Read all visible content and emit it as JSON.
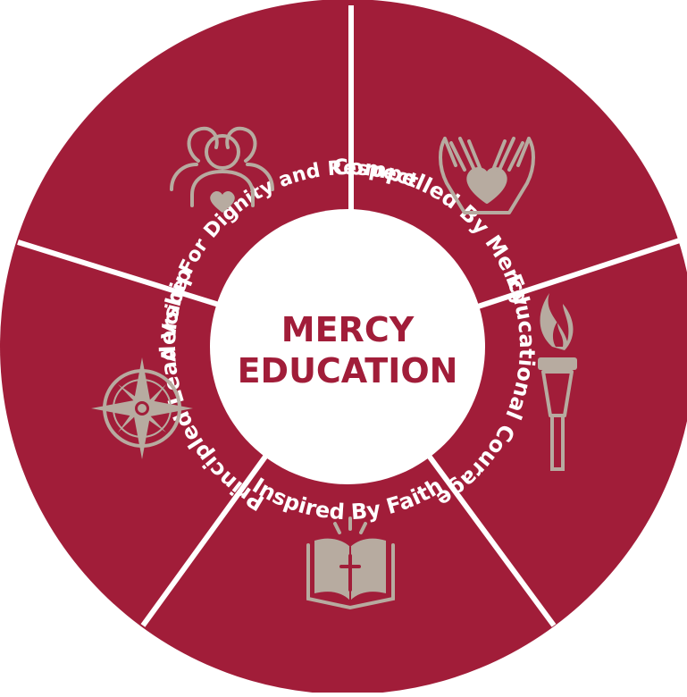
{
  "center": {
    "line1": "MERCY",
    "line2": "EDUCATION"
  },
  "segments": [
    {
      "label": "Compelled By Mercy",
      "icon": "hands-heart-icon"
    },
    {
      "label": "Educational Courage",
      "icon": "torch-icon"
    },
    {
      "label": "Inspired By Faith",
      "icon": "open-bible-icon"
    },
    {
      "label": "Principled Leadership",
      "icon": "compass-rose-icon"
    },
    {
      "label": "A Voice For Dignity and Respect",
      "icon": "people-heart-icon"
    }
  ],
  "colors": {
    "segment_fill": "#A11D39",
    "icon": "#B7ABA0",
    "label_text": "#FFFFFF",
    "center_fill": "#FFFFFF",
    "center_text": "#A11D39",
    "divider": "#FFFFFF"
  }
}
